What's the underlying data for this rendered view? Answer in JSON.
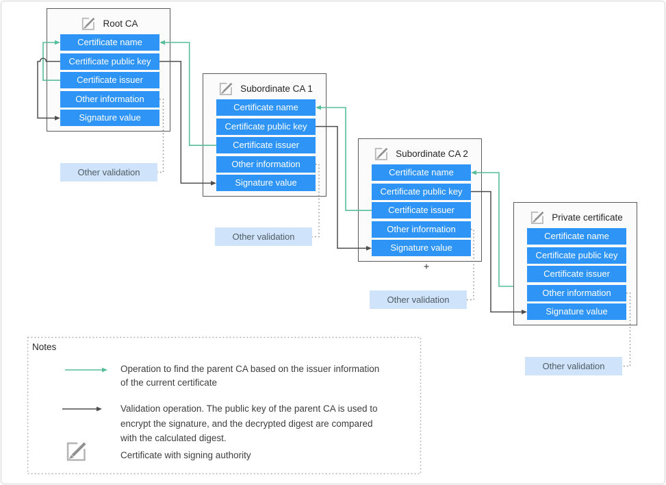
{
  "diagram": {
    "certificates": [
      {
        "title": "Root CA",
        "fields": [
          "Certificate name",
          "Certificate public key",
          "Certificate issuer",
          "Other information",
          "Signature value"
        ]
      },
      {
        "title": "Subordinate CA 1",
        "fields": [
          "Certificate name",
          "Certificate public key",
          "Certificate issuer",
          "Other information",
          "Signature value"
        ]
      },
      {
        "title": "Subordinate CA 2",
        "fields": [
          "Certificate name",
          "Certificate public key",
          "Certificate issuer",
          "Other information",
          "Signature value"
        ]
      },
      {
        "title": "Private certificate",
        "fields": [
          "Certificate name",
          "Certificate public key",
          "Certificate issuer",
          "Other information",
          "Signature value"
        ]
      }
    ],
    "other_validation_label": "Other validation"
  },
  "notes": {
    "title": "Notes",
    "items": [
      {
        "icon": "green-arrow",
        "lines": [
          "Operation to find the parent CA based on the issuer information",
          "of the current certificate"
        ]
      },
      {
        "icon": "black-arrow",
        "lines": [
          "Validation operation. The public key of the parent CA is used to",
          "encrypt the signature, and the decrypted digest are compared",
          "with the calculated digest."
        ]
      },
      {
        "icon": "edit-certificate",
        "lines": [
          "Certificate with signing authority"
        ]
      }
    ]
  },
  "colors": {
    "field_blue": "#2e94f5",
    "validation_light_blue": "#cfe4fa",
    "find_parent_green": "#57bd9a",
    "validation_arrow_dark": "#4d4d4d",
    "dotted_gray": "#8c8c8c",
    "box_border": "#595959"
  }
}
